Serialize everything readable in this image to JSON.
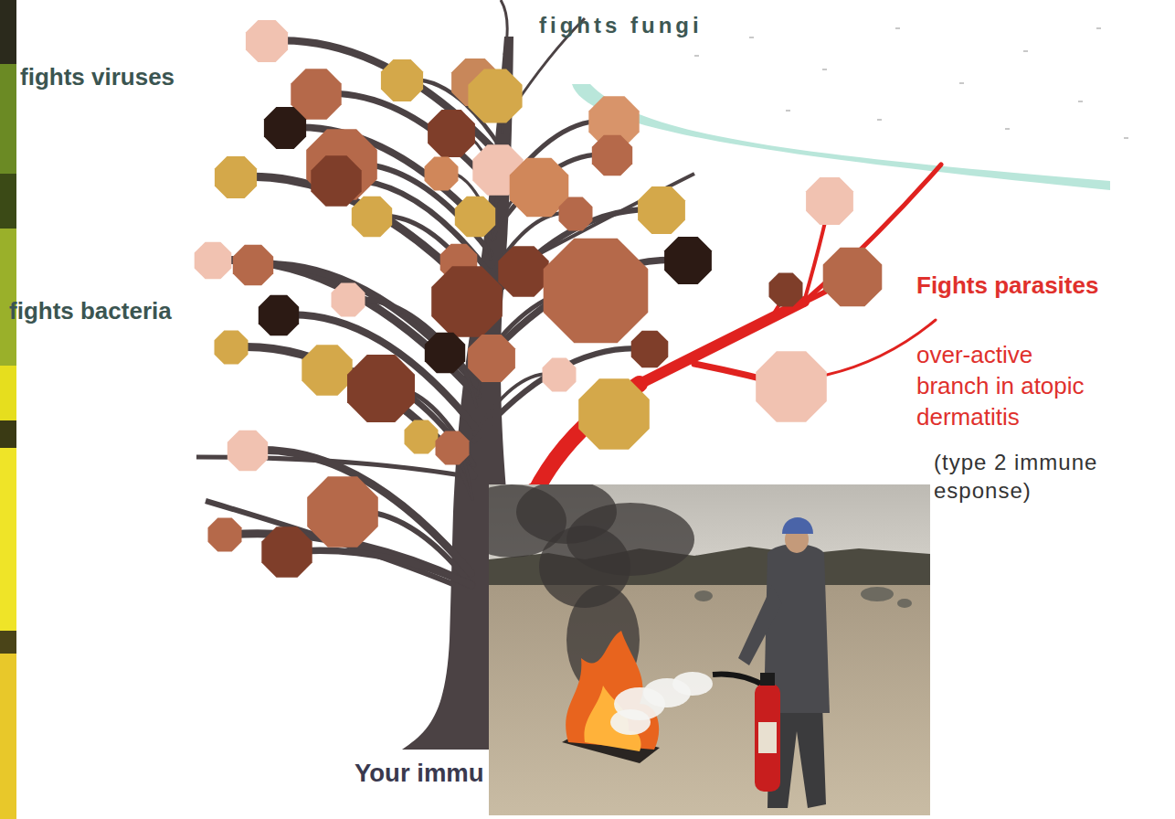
{
  "diagram": {
    "labels": [
      "fights fungi",
      "fights viruses",
      "fights bacteria",
      "Fights parasites",
      "over-active branch in atopic dermatitis",
      "(type 2 immune esponse)",
      "Your immu"
    ]
  }
}
